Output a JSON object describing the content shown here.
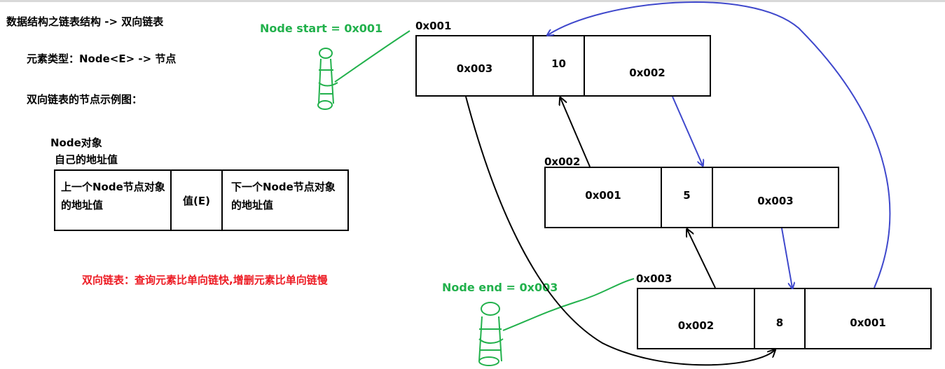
{
  "title": "数据结构之链表结构 -> 双向链表",
  "element_type": "元素类型：Node<E> -> 节点",
  "example_caption": "双向链表的节点示例图：",
  "legend": {
    "object_label": "Node对象",
    "self_address_label": "自己的地址值",
    "cells": {
      "prev_line1": "上一个Node节点对象",
      "prev_line2": "的地址值",
      "value": "值(E)",
      "next_line1": "下一个Node节点对象",
      "next_line2": "的地址值"
    }
  },
  "note": "双向链表：查询元素比单向链快,增删元素比单向链慢",
  "pointers": {
    "start": "Node start = 0x001",
    "end": "Node end = 0x003"
  },
  "nodes": [
    {
      "address": "0x001",
      "prev": "0x003",
      "value": "10",
      "next": "0x002"
    },
    {
      "address": "0x002",
      "prev": "0x001",
      "value": "5",
      "next": "0x003"
    },
    {
      "address": "0x003",
      "prev": "0x002",
      "value": "8",
      "next": "0x001"
    }
  ],
  "colors": {
    "pointer_green": "#22b14c",
    "note_red": "#ed1c24",
    "next_arrow_blue": "#3f48cc",
    "prev_arrow_black": "#000000"
  }
}
